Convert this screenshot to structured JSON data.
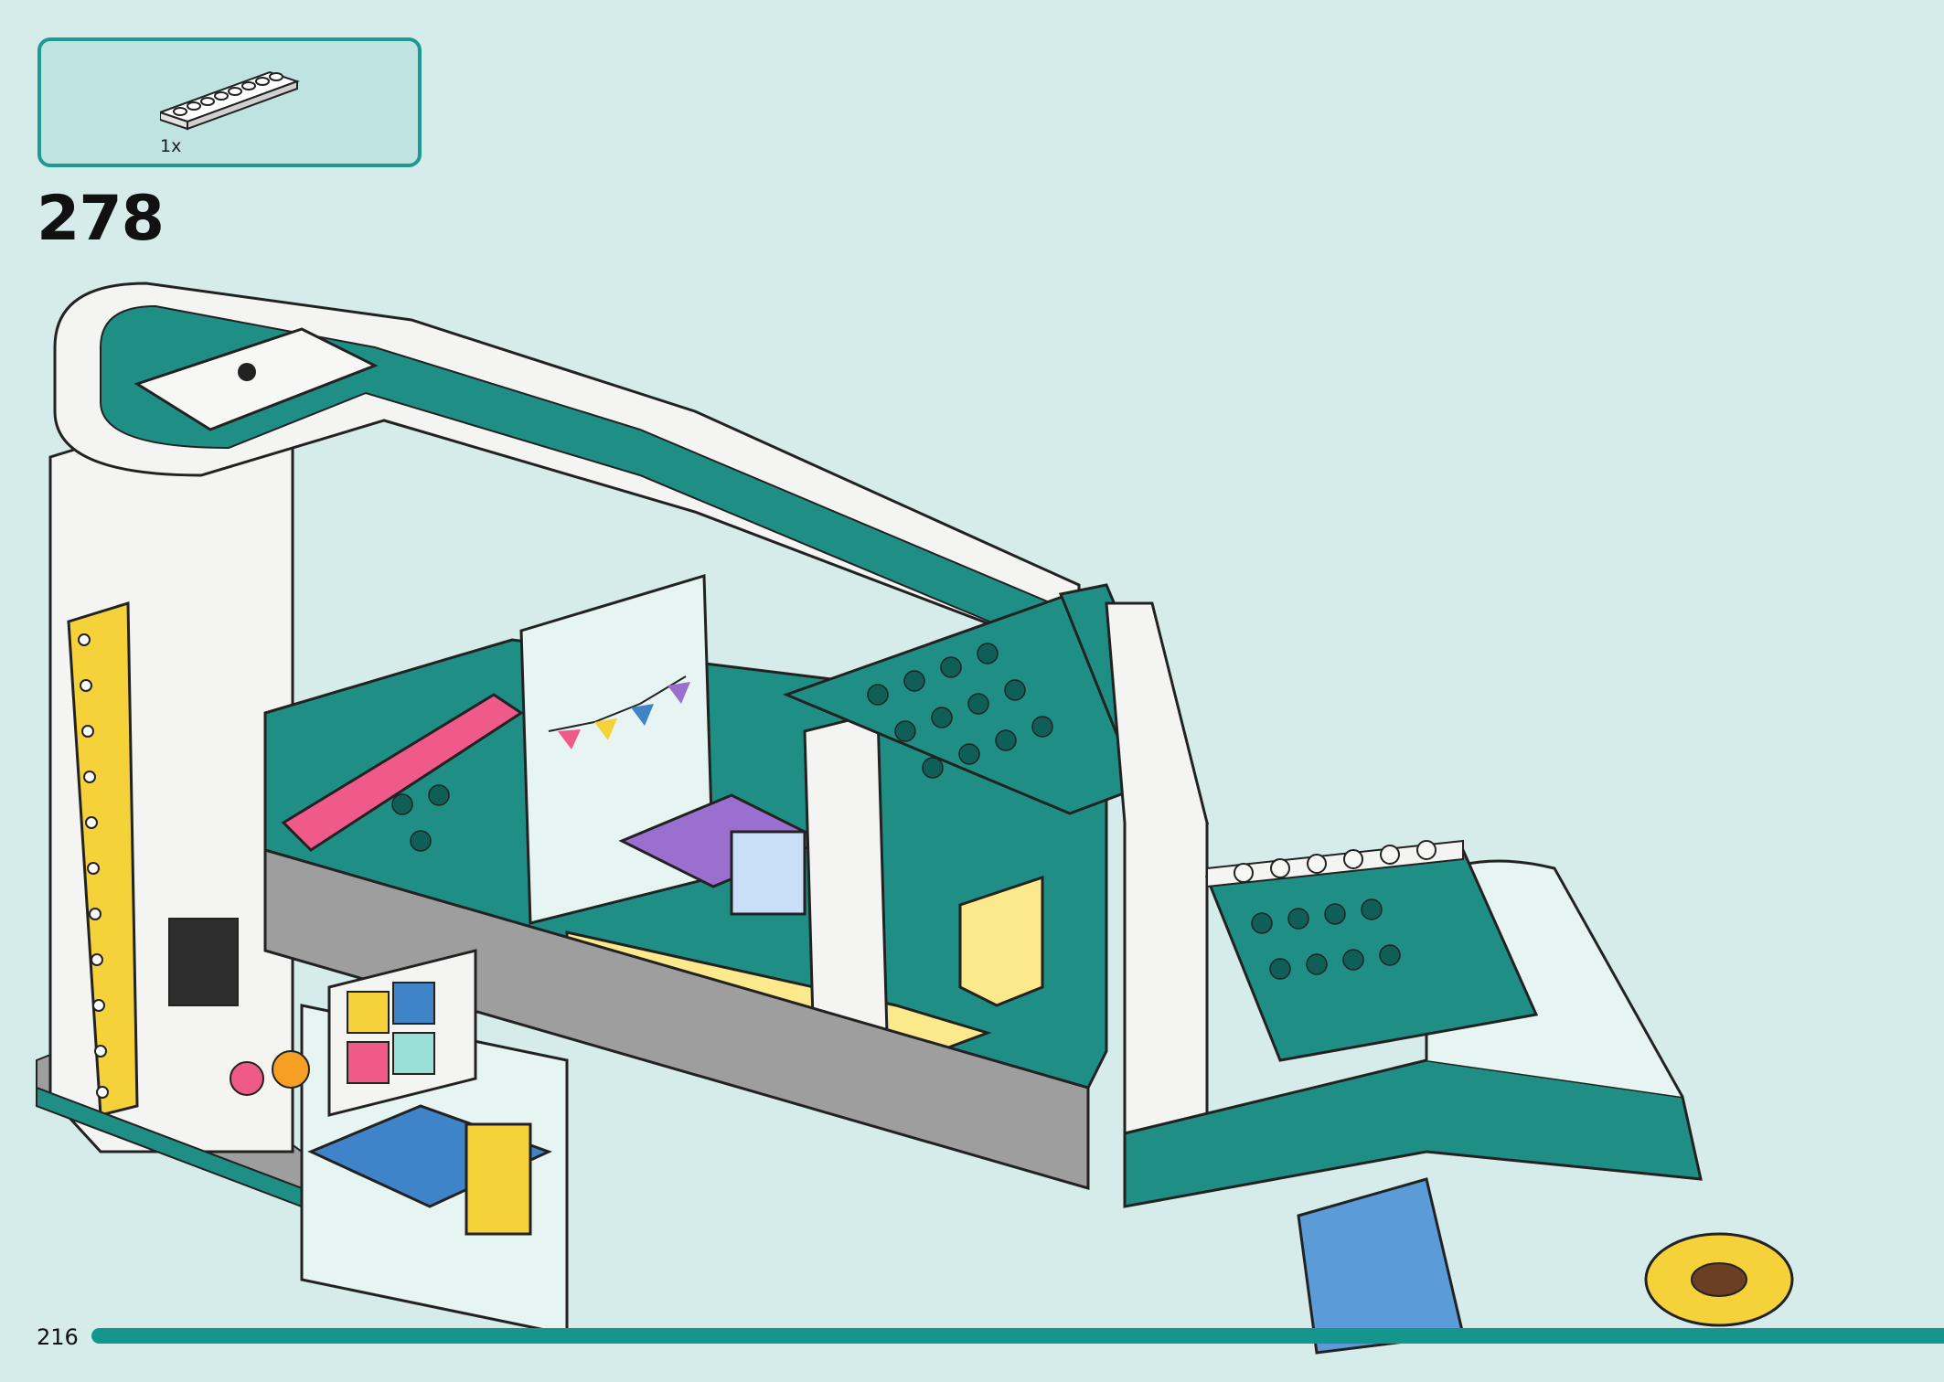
{
  "parts": {
    "items": [
      {
        "qty": "1x",
        "icon": "white-plate-1x8-icon",
        "color": "#ffffff"
      }
    ]
  },
  "step": {
    "number": "278"
  },
  "page": {
    "number": "216"
  },
  "colors": {
    "background": "#d6ecea",
    "accent": "#14968d",
    "teal_brick": "#1f8f86",
    "white_brick": "#f7f7f5",
    "yellow": "#f6d23a",
    "pink": "#ef5a8a",
    "blue": "#3f84c8",
    "lavender": "#9b6fd0"
  }
}
